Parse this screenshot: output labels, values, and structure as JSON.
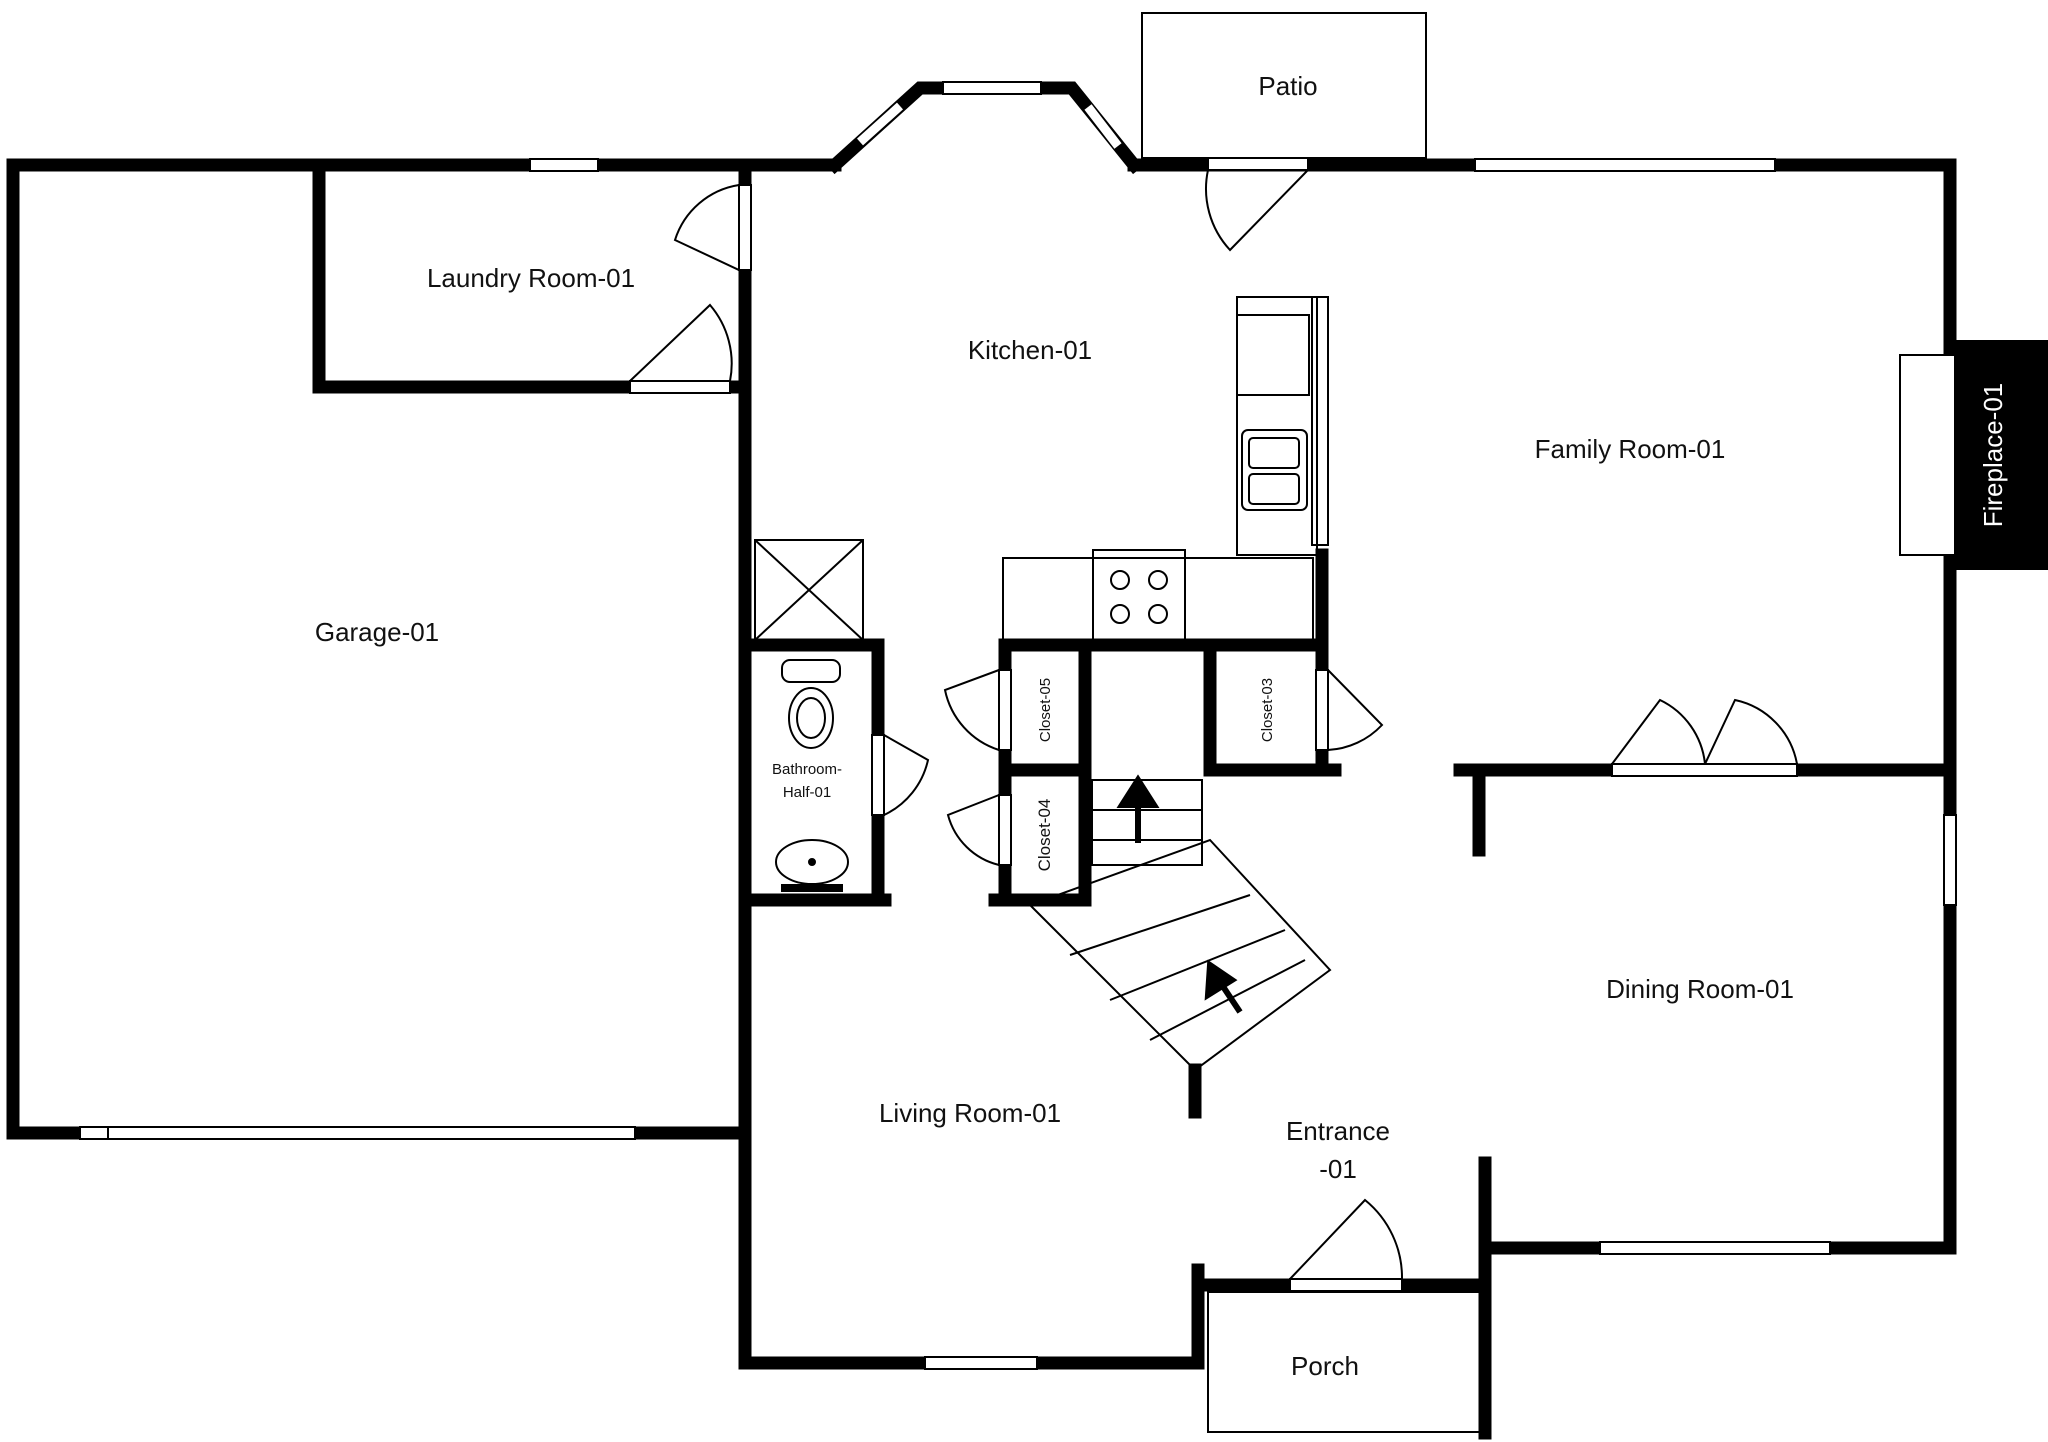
{
  "colors": {
    "wall": "#000000",
    "fireplace_fill": "#000000",
    "fireplace_text": "#ffffff",
    "background": "#ffffff"
  },
  "rooms": {
    "patio": "Patio",
    "laundry": "Laundry Room-01",
    "kitchen": "Kitchen-01",
    "family": "Family Room-01",
    "fireplace": "Fireplace-01",
    "garage": "Garage-01",
    "bathroom_line1": "Bathroom-",
    "bathroom_line2": "Half-01",
    "closet05": "Closet-05",
    "closet04": "Closet-04",
    "closet03": "Closet-03",
    "dining": "Dining Room-01",
    "living": "Living Room-01",
    "entrance_line1": "Entrance",
    "entrance_line2": "-01",
    "porch": "Porch"
  },
  "icons": [
    "door-swing-icon",
    "window-icon",
    "toilet-icon",
    "sink-icon",
    "stove-icon",
    "stair-arrow-icon",
    "shower-icon"
  ]
}
